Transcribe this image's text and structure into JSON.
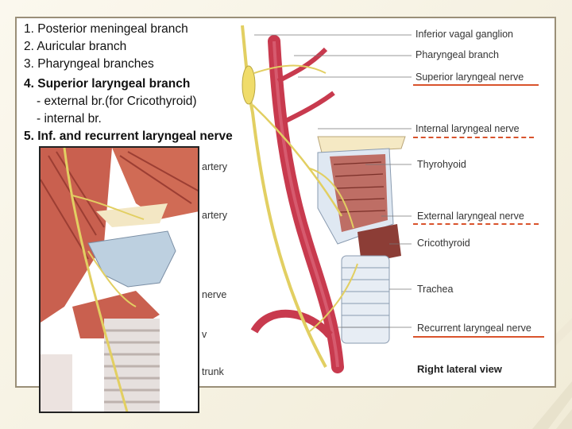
{
  "list": {
    "item1": "1. Posterior meningeal branch",
    "item2": "2. Auricular branch",
    "item3": "3. Pharyngeal branches",
    "item4": "4. Superior laryngeal branch",
    "item4a": "- external br.(for Cricothyroid)",
    "item4b": "- internal br.",
    "item5": "5. Inf. and recurrent laryngeal nerve"
  },
  "labels": {
    "inferior_vagal_ganglion": "Inferior vagal ganglion",
    "pharyngeal_branch": "Pharyngeal branch",
    "superior_laryngeal_nerve": "Superior laryngeal nerve",
    "internal_laryngeal_nerve": "Internal laryngeal nerve",
    "thyrohyoid": "Thyrohyoid",
    "external_laryngeal_nerve": "External laryngeal nerve",
    "cricothyroid": "Cricothyroid",
    "trachea": "Trachea",
    "recurrent_laryngeal_nerve": "Recurrent laryngeal nerve",
    "view": "Right lateral view"
  },
  "partial_labels": {
    "artery1": "artery",
    "artery2": "artery",
    "nerve": "nerve",
    "v": "v",
    "trunk": "trunk"
  },
  "colors": {
    "underline": "#d9532c",
    "artery": "#c83a4e",
    "nerve": "#f0dc6a",
    "muscle": "#b8584c"
  }
}
